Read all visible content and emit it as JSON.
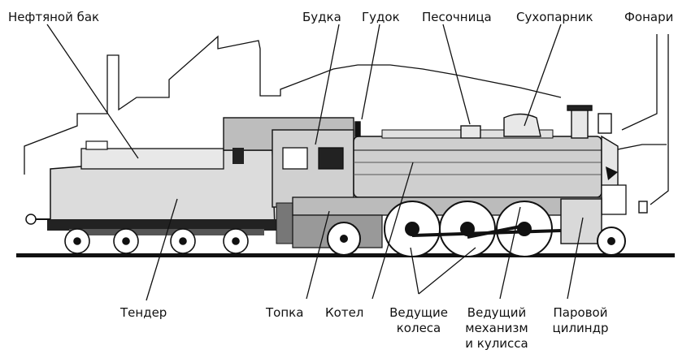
{
  "labels": {
    "oil_tank": "Нефтяной бак",
    "cab": "Будка",
    "whistle": "Гудок",
    "sandbox": "Песочница",
    "steam_dome": "Сухопарник",
    "lamps": "Фонари",
    "tender": "Тендер",
    "firebox": "Топка",
    "boiler": "Котел",
    "driving_wheels": [
      "Ведущие",
      "колеса"
    ],
    "drive_gear": [
      "Ведущий",
      "механизм",
      "и кулисса"
    ],
    "steam_cylinder": [
      "Паровой",
      "цилиндр"
    ]
  },
  "colors": {
    "ink": "#111111",
    "background": "#ffffff",
    "body_fill": "#d8d8d8",
    "dark": "#222222"
  }
}
